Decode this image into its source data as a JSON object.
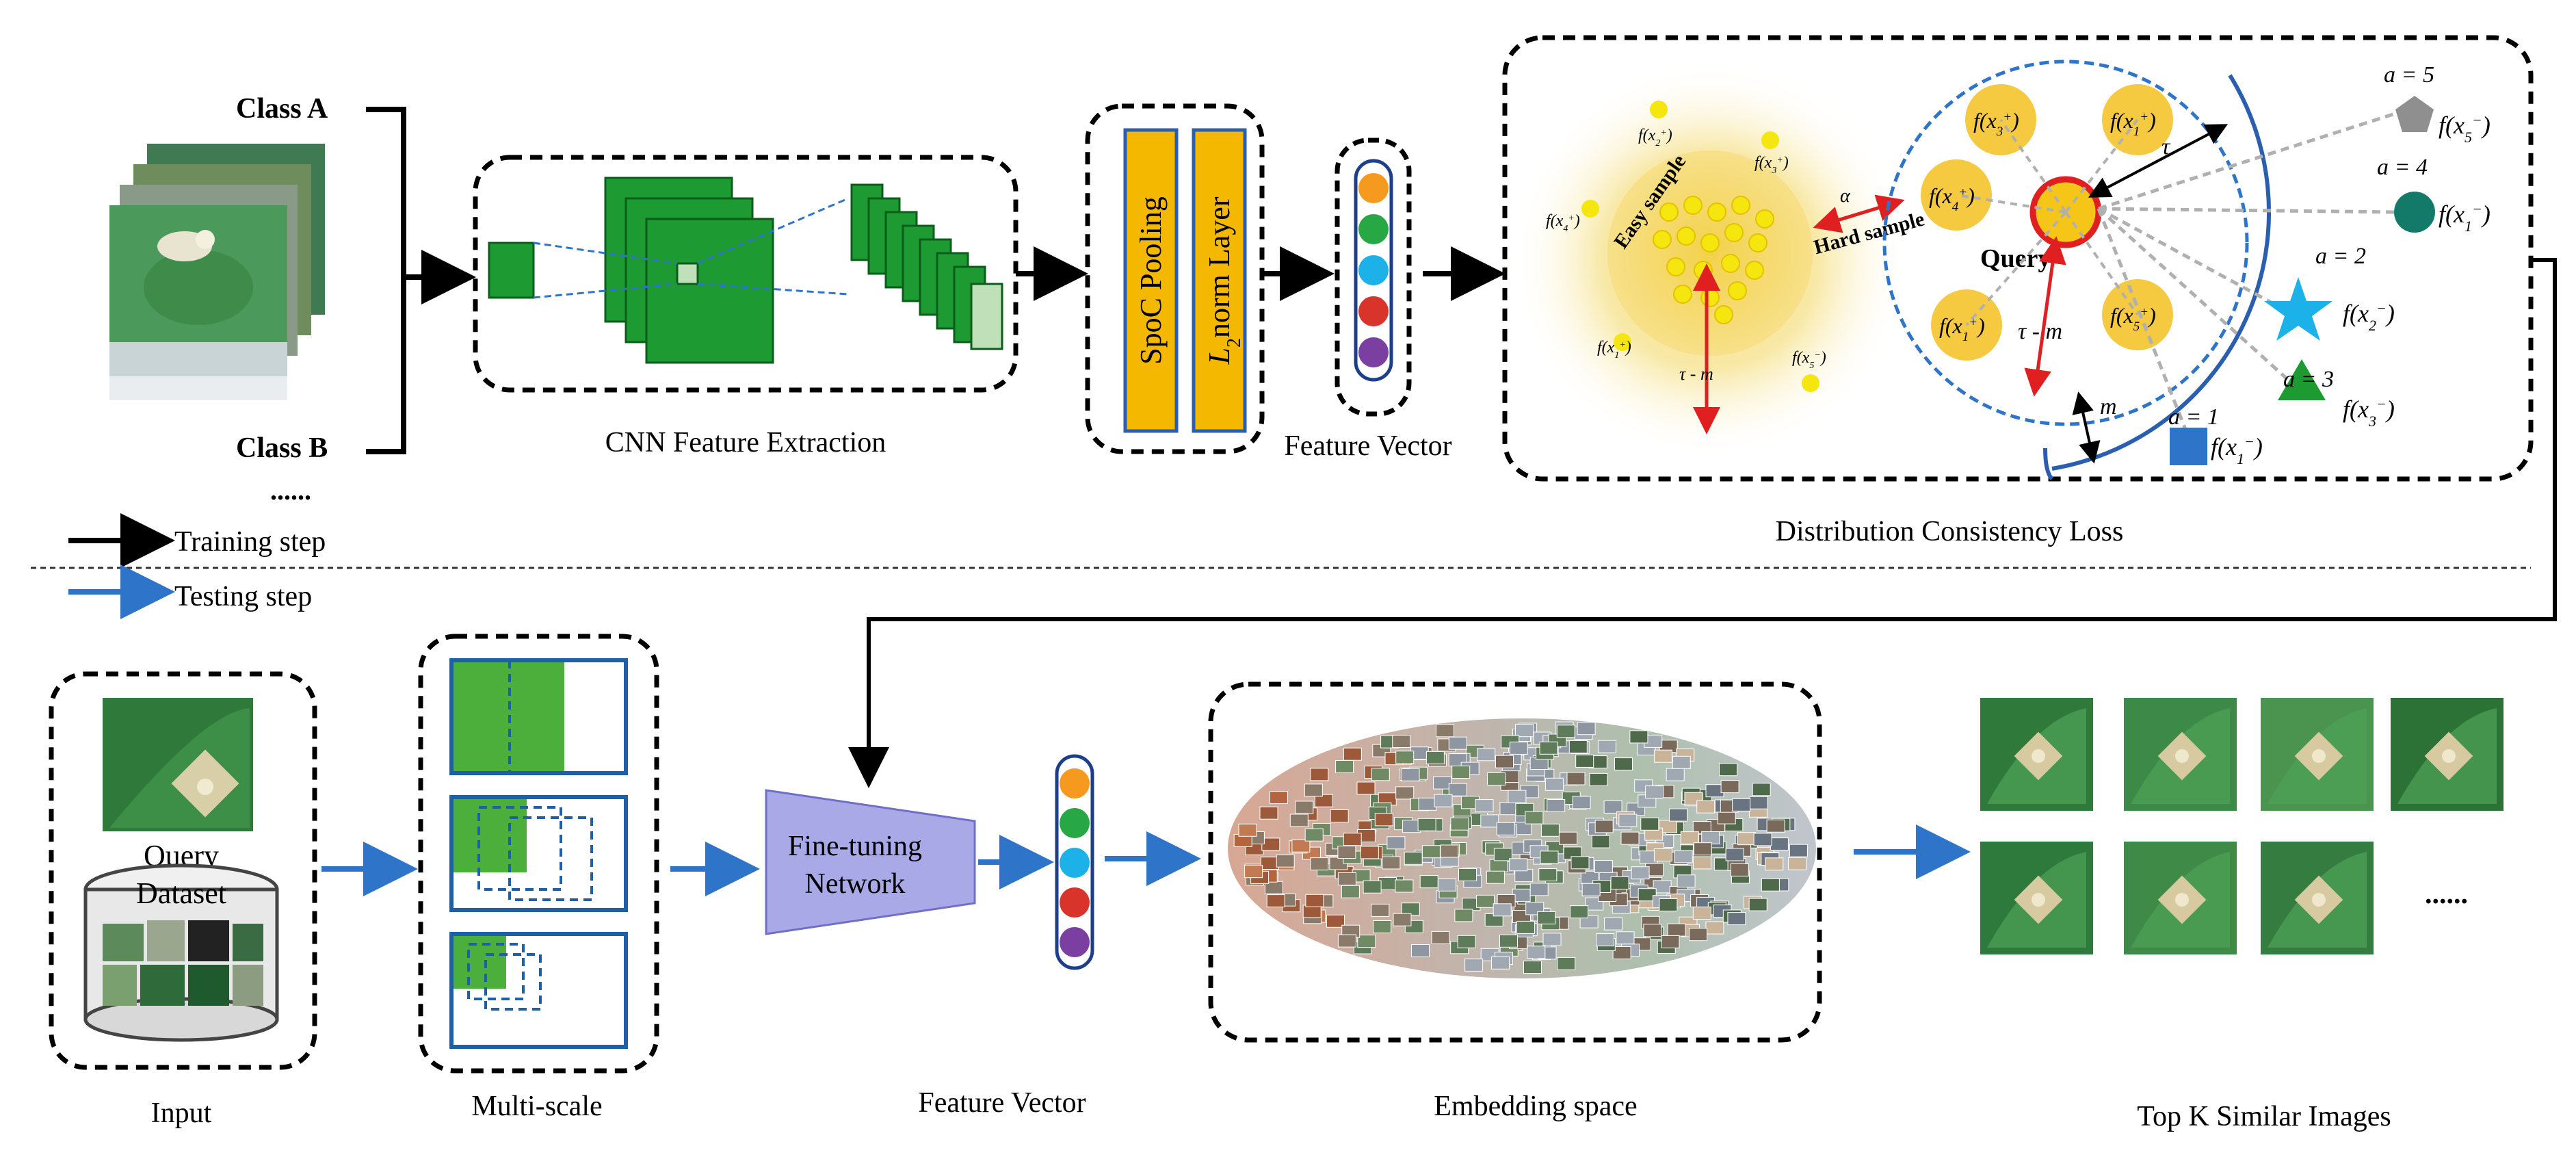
{
  "training": {
    "class_a": "Class A",
    "class_b": "Class B",
    "ellipsis": "......",
    "cnn_label": "CNN Feature Extraction",
    "spoc": "SpoC Pooling",
    "l2norm": "L",
    "l2norm_sub": "2",
    "l2norm_rest": "norm Layer",
    "feature_vector": "Feature Vector",
    "dcl_label": "Distribution Consistency Loss",
    "easy_sample": "Easy sample",
    "hard_sample": "Hard sample",
    "query": "Query",
    "tau": "τ",
    "tau_minus_m": "τ - m",
    "m": "m",
    "alpha": "α",
    "a1": "a = 1",
    "a2": "a = 2",
    "a3": "a = 3",
    "a4": "a = 4",
    "a5": "a = 5",
    "inner_labels": [
      "f(x",
      "f(x",
      "f(x",
      "f(x",
      "f(x"
    ],
    "inner_subs": [
      "3",
      "1",
      "4",
      "1",
      "5"
    ],
    "inner_sups": [
      "+",
      "+",
      "+",
      "+",
      "+"
    ],
    "neg_labels": [
      "f(x",
      "f(x",
      "f(x",
      "f(x",
      "f(x"
    ],
    "neg_subs": [
      "5",
      "1",
      "2",
      "3",
      "1"
    ],
    "neg_sups": [
      "−",
      "−",
      "−",
      "−",
      "−"
    ],
    "scatter_labels": [
      "f(x",
      "f(x",
      "f(x",
      "f(x",
      "f(x"
    ],
    "scatter_subs": [
      "2",
      "3",
      "4",
      "1",
      "5"
    ],
    "scatter_sups": [
      "+",
      "+",
      "+",
      "+",
      "−"
    ]
  },
  "legend": {
    "training_step": "Training step",
    "testing_step": "Testing step",
    "training_color": "#000000",
    "testing_color": "#2e74c8"
  },
  "testing": {
    "query": "Query",
    "dataset": "Dataset",
    "input": "Input",
    "multiscale": "Multi-scale",
    "finetune_line1": "Fine-tuning",
    "finetune_line2": "Network",
    "feature_vector": "Feature Vector",
    "embedding": "Embedding space",
    "topk": "Top K Similar Images",
    "ellipsis": "......"
  },
  "colors": {
    "green": "#1e9a32",
    "light_green": "#bfe0b8",
    "yellow_bar": "#f5b800",
    "blue_bar_border": "#2a5fb0",
    "node_colors": [
      "#f59a1e",
      "#27a844",
      "#1cb1e8",
      "#d9342b",
      "#7b3fa1"
    ],
    "finetune_fill": "#a9a9e8"
  }
}
